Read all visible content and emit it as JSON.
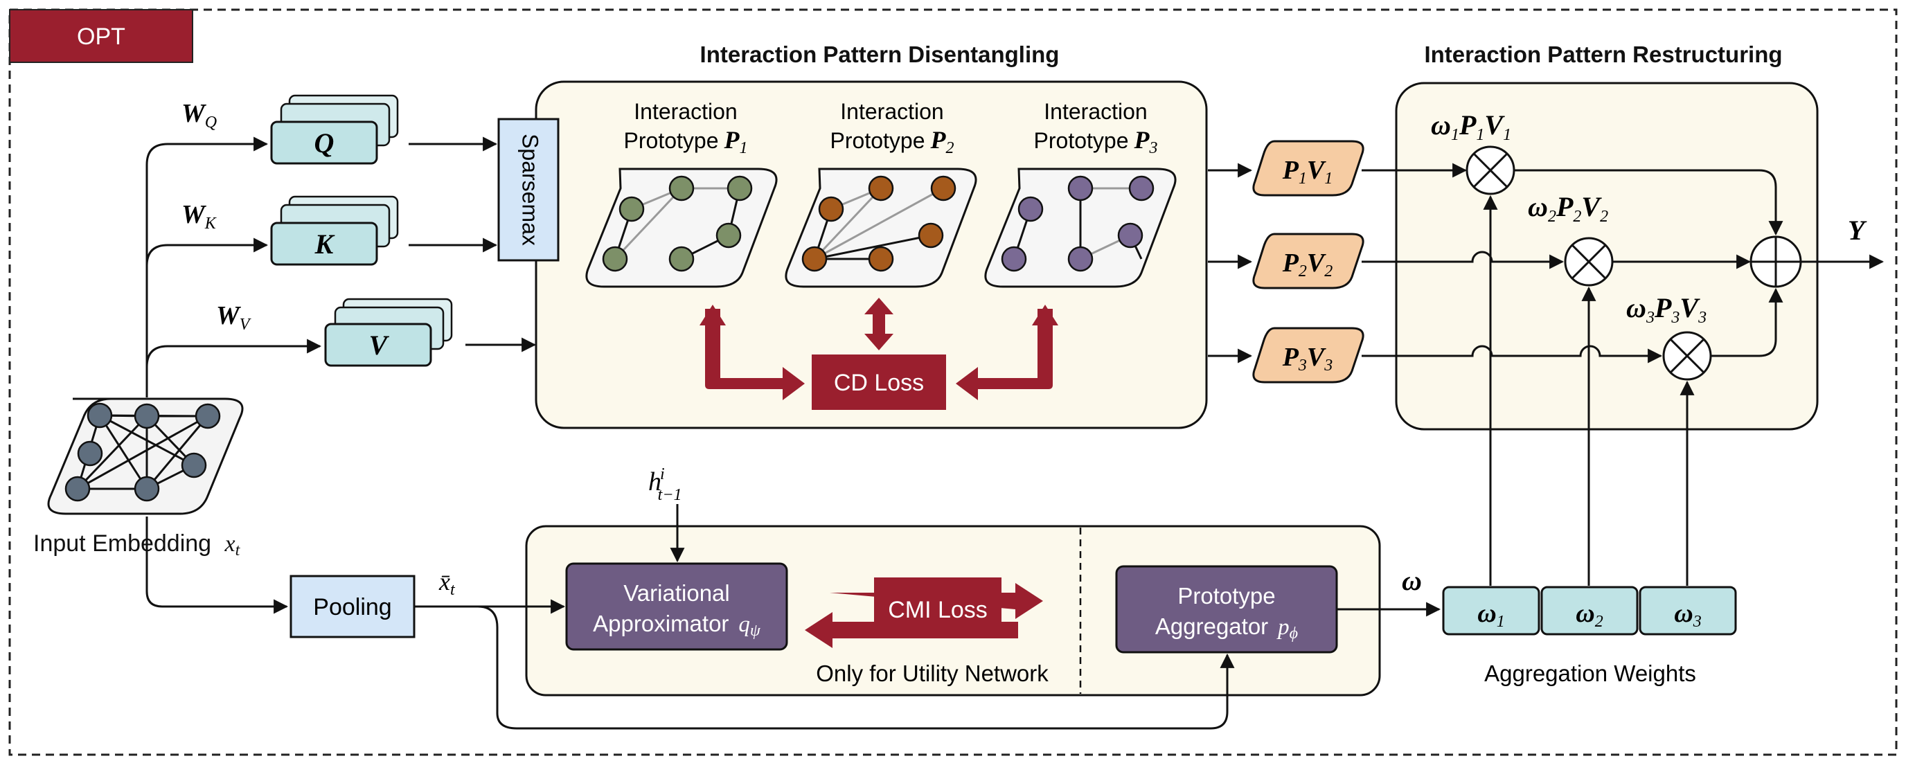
{
  "badge": "OPT",
  "sections": {
    "disentangling": "Interaction Pattern Disentangling",
    "restructuring": "Interaction Pattern Restructuring"
  },
  "weights": {
    "q": "W",
    "q_sub": "Q",
    "k": "W",
    "k_sub": "K",
    "v": "W",
    "v_sub": "V"
  },
  "qkv": {
    "q": "Q",
    "k": "K",
    "v": "V"
  },
  "sparsemax": "Sparsemax",
  "prototypes": [
    {
      "line1": "Interaction",
      "line2": "Prototype",
      "sym": "P",
      "sub": "1",
      "color": "#7d9068"
    },
    {
      "line1": "Interaction",
      "line2": "Prototype",
      "sym": "P",
      "sub": "2",
      "color": "#a55a1c"
    },
    {
      "line1": "Interaction",
      "line2": "Prototype",
      "sym": "P",
      "sub": "3",
      "color": "#7a6a94"
    }
  ],
  "cd_loss": "CD Loss",
  "pv": [
    {
      "a": "P",
      "a_sub": "1",
      "b": "V",
      "b_sub": "1"
    },
    {
      "a": "P",
      "a_sub": "2",
      "b": "V",
      "b_sub": "2"
    },
    {
      "a": "P",
      "a_sub": "3",
      "b": "V",
      "b_sub": "3"
    }
  ],
  "products": [
    {
      "w": "ω",
      "w_sub": "1",
      "p": "P",
      "p_sub": "1",
      "v": "V",
      "v_sub": "1"
    },
    {
      "w": "ω",
      "w_sub": "2",
      "p": "P",
      "p_sub": "2",
      "v": "V",
      "v_sub": "2"
    },
    {
      "w": "ω",
      "w_sub": "3",
      "p": "P",
      "p_sub": "3",
      "v": "V",
      "v_sub": "3"
    }
  ],
  "output": "Y",
  "input_label": "Input Embedding",
  "input_sym": "x",
  "input_sub": "t",
  "pooling": "Pooling",
  "xbar": "x̄",
  "xbar_sub": "t",
  "h_label": "h",
  "h_sup": "i",
  "h_sub": "t−1",
  "variational": {
    "line1": "Variational",
    "line2": "Approximator",
    "sym": "q",
    "sub": "ψ"
  },
  "cmi_loss": "CMI Loss",
  "utility_note": "Only for Utility Network",
  "aggregator": {
    "line1": "Prototype",
    "line2": "Aggregator",
    "sym": "p",
    "sub": "ϕ"
  },
  "omega": "ω",
  "omega_cells": [
    {
      "sym": "ω",
      "sub": "1"
    },
    {
      "sym": "ω",
      "sub": "2"
    },
    {
      "sym": "ω",
      "sub": "3"
    }
  ],
  "agg_weights_label": "Aggregation Weights",
  "colors": {
    "dark_red": "#9a1f2e",
    "cream": "#fcf9ec",
    "teal": "#bfe3e5",
    "blue": "#d4e6f8",
    "orange": "#f6cca3",
    "purple": "#6e5c83",
    "node_gray": "#5f6e7e"
  }
}
